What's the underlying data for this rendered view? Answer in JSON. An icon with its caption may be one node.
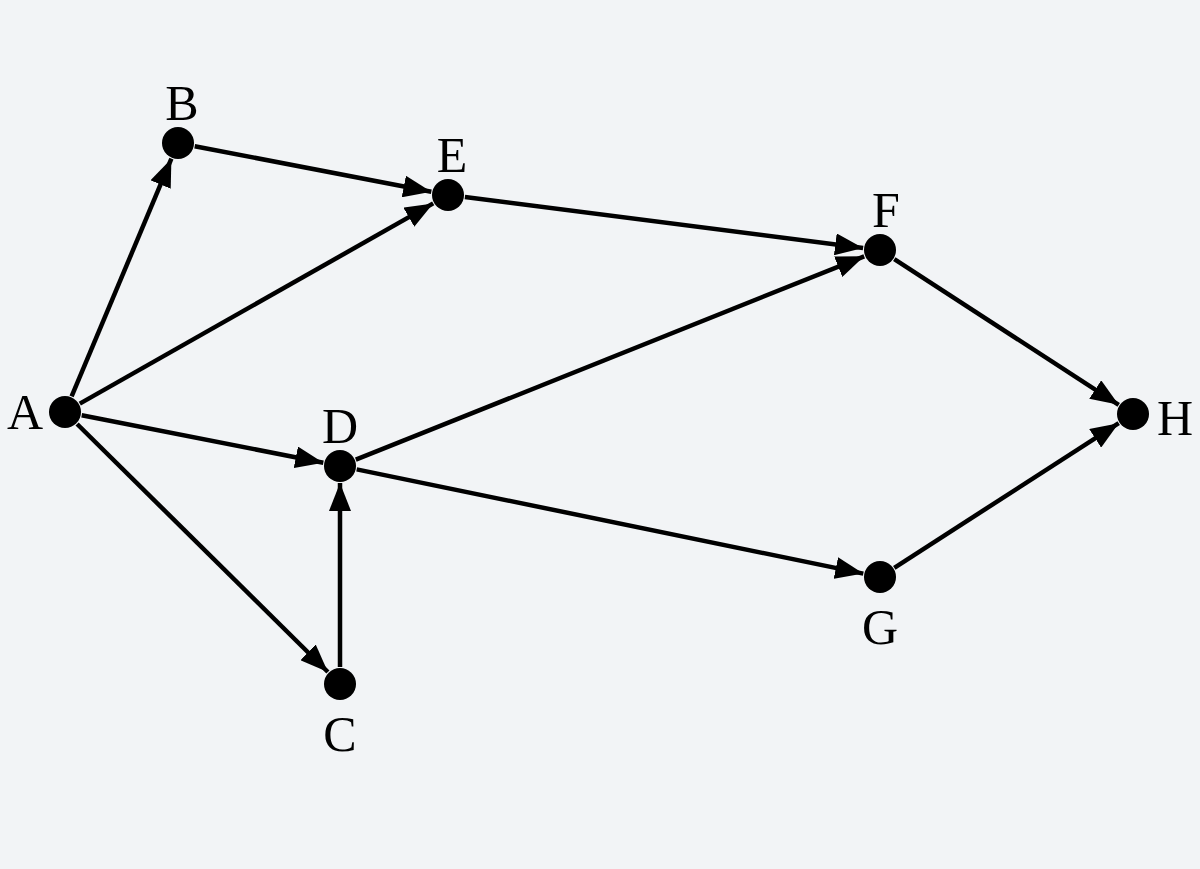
{
  "diagram": {
    "nodes": [
      {
        "text": [],
        "shape": "circle",
        "beside": [
          "A"
        ]
      },
      {
        "text": [],
        "shape": "circle",
        "beside": [
          "B"
        ]
      },
      {
        "text": [],
        "shape": "circle",
        "beside": [
          "C"
        ]
      },
      {
        "text": [],
        "shape": "circle",
        "beside": [
          "D"
        ]
      },
      {
        "text": [],
        "shape": "circle",
        "beside": [
          "E"
        ]
      },
      {
        "text": [],
        "shape": "circle",
        "beside": [
          "F"
        ]
      },
      {
        "text": [],
        "shape": "circle",
        "beside": [
          "G"
        ]
      },
      {
        "text": [],
        "shape": "circle",
        "beside": [
          "H"
        ]
      }
    ],
    "edges": [
      {
        "from": 0,
        "to": 1,
        "arrow": "to"
      },
      {
        "from": 0,
        "to": 4,
        "arrow": "to"
      },
      {
        "from": 0,
        "to": 3,
        "arrow": "to"
      },
      {
        "from": 0,
        "to": 2,
        "arrow": "to"
      },
      {
        "from": 1,
        "to": 4,
        "arrow": "to"
      },
      {
        "from": 4,
        "to": 5,
        "arrow": "to"
      },
      {
        "from": 3,
        "to": 5,
        "arrow": "to"
      },
      {
        "from": 3,
        "to": 6,
        "arrow": "to"
      },
      {
        "from": 2,
        "to": 3,
        "arrow": "to"
      },
      {
        "from": 5,
        "to": 7,
        "arrow": "to"
      },
      {
        "from": 6,
        "to": 7,
        "arrow": "to"
      }
    ]
  }
}
